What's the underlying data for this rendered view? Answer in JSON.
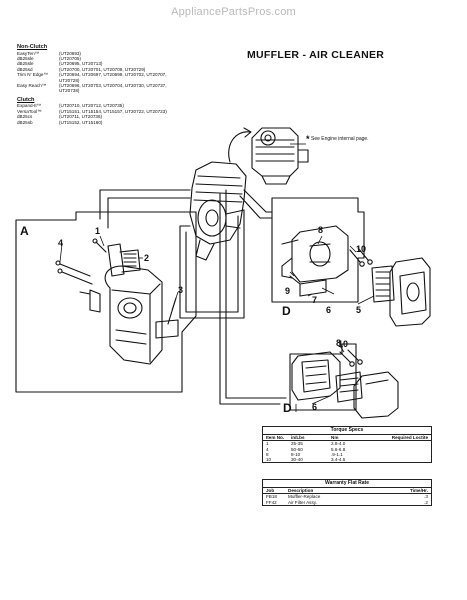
{
  "watermark": "AppliancePartsPros.com",
  "title": "MUFFLER - AIR CLEANER",
  "engine_note": "See Engine internal page.",
  "legend": {
    "nonclutch_header": "Non-Clutch",
    "nonclutch": [
      {
        "model": "EasyTen™",
        "parts": "(UT20693)"
      },
      {
        "model": "dB25sle",
        "parts": "(UT20705)"
      },
      {
        "model": "dB25sle",
        "parts": "(UT20695, UT20713)"
      },
      {
        "model": "dB25sd",
        "parts": "(UT20700, UT20701, UT20709, UT20729)"
      },
      {
        "model": "Trim N' Edge™",
        "parts": "(UT20694, UT20697, UT20699, UT20702, UT20707,"
      },
      {
        "model": "",
        "parts": "UT20728)"
      },
      {
        "model": "Easy Reach™",
        "parts": "(UT20696, UT20703, UT20704, UT20730, UT20737,"
      },
      {
        "model": "",
        "parts": "UT20738)"
      }
    ],
    "clutch_header": "Clutch",
    "clutch": [
      {
        "model": "Expand-It™",
        "parts": "(UT20710, UT20712, UT20735)"
      },
      {
        "model": "VersaTool™",
        "parts": "(UT15151, UT15154, UT15157, UT20722, UT20723)"
      },
      {
        "model": "dB25cs",
        "parts": "(UT20711, UT20736)"
      },
      {
        "model": "dB25sb",
        "parts": "(UT15152, UT15160)"
      }
    ]
  },
  "callouts": {
    "a": "A",
    "d1": "D",
    "d2": "D",
    "n1": "1",
    "n2": "2",
    "n3": "3",
    "n4": "4",
    "n5": "5",
    "n6a": "6",
    "n6b": "6",
    "n7": "7",
    "n8a": "8",
    "n8b": "8",
    "n9": "9",
    "n10a": "10",
    "n10b": "10",
    "asterisk": "*"
  },
  "torque_specs": {
    "caption": "Torque Specs",
    "headers": [
      "Item No.",
      "in/Lbs",
      "Nm",
      "Required Loctite"
    ],
    "rows": [
      [
        "1",
        "25-35",
        "2.8-4.0",
        ""
      ],
      [
        "4",
        "50-60",
        "5.6-6.8",
        ""
      ],
      [
        "8",
        "8-10",
        ".9-1.1",
        ""
      ],
      [
        "10",
        "30-40",
        "3.4-4.5",
        ""
      ]
    ]
  },
  "warranty": {
    "caption": "Warranty Flat Rate",
    "headers": [
      "Job",
      "Description",
      "Time/Hr."
    ],
    "rows": [
      [
        "FB18",
        "Muffler-Replace",
        ".3"
      ],
      [
        "FF42",
        "Air Filter Assy.",
        ".2"
      ]
    ]
  },
  "colors": {
    "ink": "#111111",
    "watermark": "#b9b9b9"
  }
}
